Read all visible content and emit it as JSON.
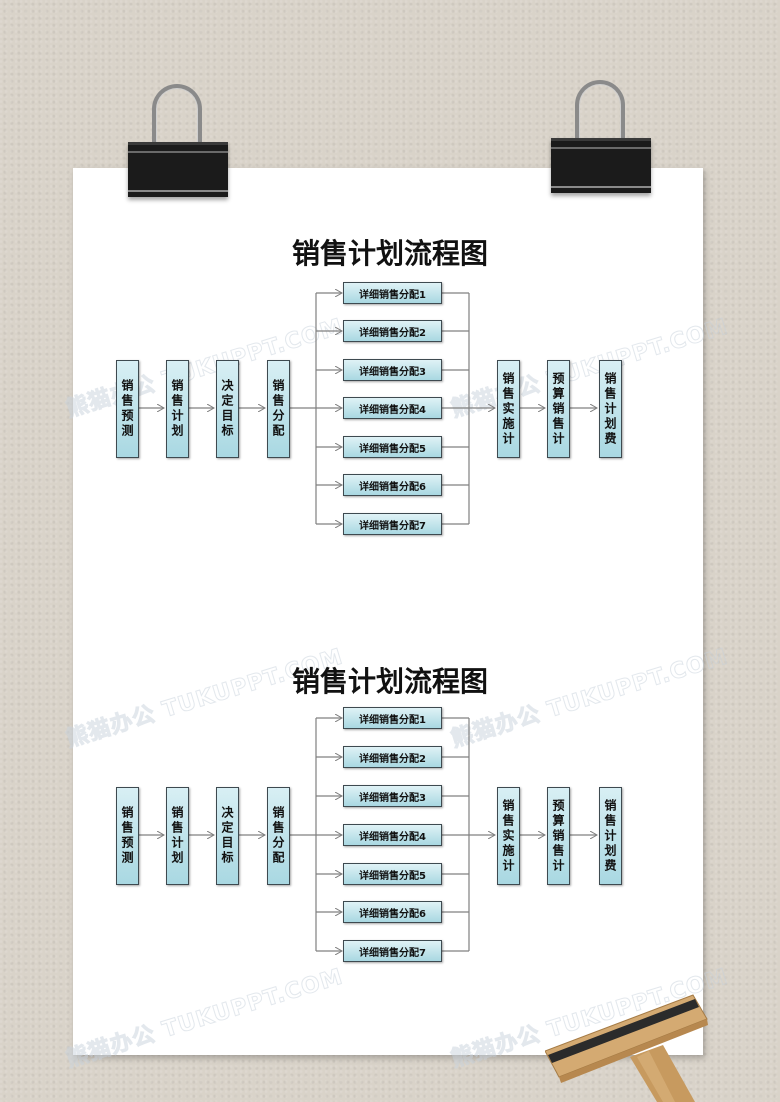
{
  "watermark": "熊猫办公 TUKUPPT.COM",
  "diagrams": [
    {
      "title": "销售计划流程图",
      "steps_left": [
        "销售预测",
        "销售计划",
        "决定目标",
        "销售分配"
      ],
      "branches": [
        "详细销售分配1",
        "详细销售分配2",
        "详细销售分配3",
        "详细销售分配4",
        "详细销售分配5",
        "详细销售分配6",
        "详细销售分配7"
      ],
      "steps_right": [
        "销售实施计",
        "预算销售计",
        "销售计划费"
      ]
    },
    {
      "title": "销售计划流程图",
      "steps_left": [
        "销售预测",
        "销售计划",
        "决定目标",
        "销售分配"
      ],
      "branches": [
        "详细销售分配1",
        "详细销售分配2",
        "详细销售分配3",
        "详细销售分配4",
        "详细销售分配5",
        "详细销售分配6",
        "详细销售分配7"
      ],
      "steps_right": [
        "销售实施计",
        "预算销售计",
        "销售计划费"
      ]
    }
  ],
  "colors": {
    "box_fill_top": "#d8eff4",
    "box_fill_bottom": "#a9d8e2",
    "box_border": "#3e4a50",
    "connector": "#808080",
    "title": "#111111",
    "paper": "#ffffff",
    "background": "#d9d3c9"
  }
}
